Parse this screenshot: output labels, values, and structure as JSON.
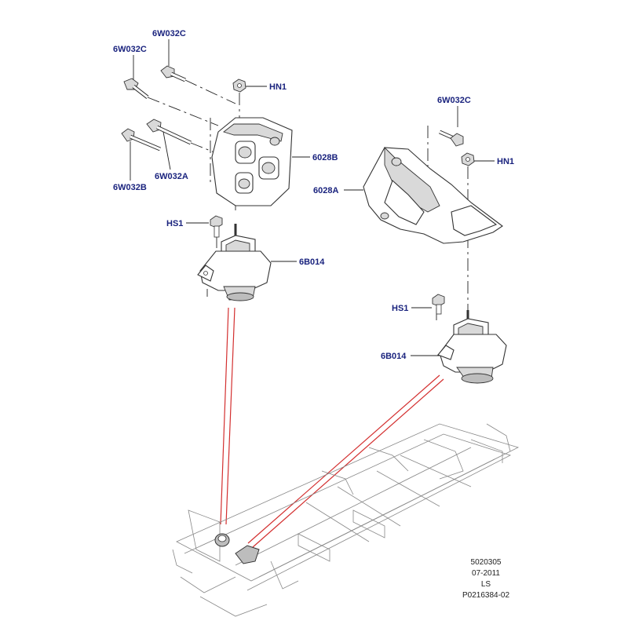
{
  "diagram": {
    "callouts": {
      "bolt_6w032c_top_left": "6W032C",
      "bolt_6w032c_top_mid": "6W032C",
      "nut_hn1_left": "HN1",
      "bracket_6028b": "6028B",
      "bolt_6w032b": "6W032B",
      "bolt_6w032a": "6W032A",
      "stud_hs1_left": "HS1",
      "mount_6b014_left": "6B014",
      "bolt_6w032c_right": "6W032C",
      "nut_hn1_right": "HN1",
      "bracket_6028a": "6028A",
      "stud_hs1_right": "HS1",
      "mount_6b014_right": "6B014"
    },
    "meta": {
      "group_code": "5020305",
      "date": "07-2011",
      "region": "LS",
      "illustration_id": "P0216384-02"
    },
    "colors": {
      "callout_text": "#1a237e",
      "linework": "#333333",
      "locator_lines": "#d32f2f"
    }
  }
}
